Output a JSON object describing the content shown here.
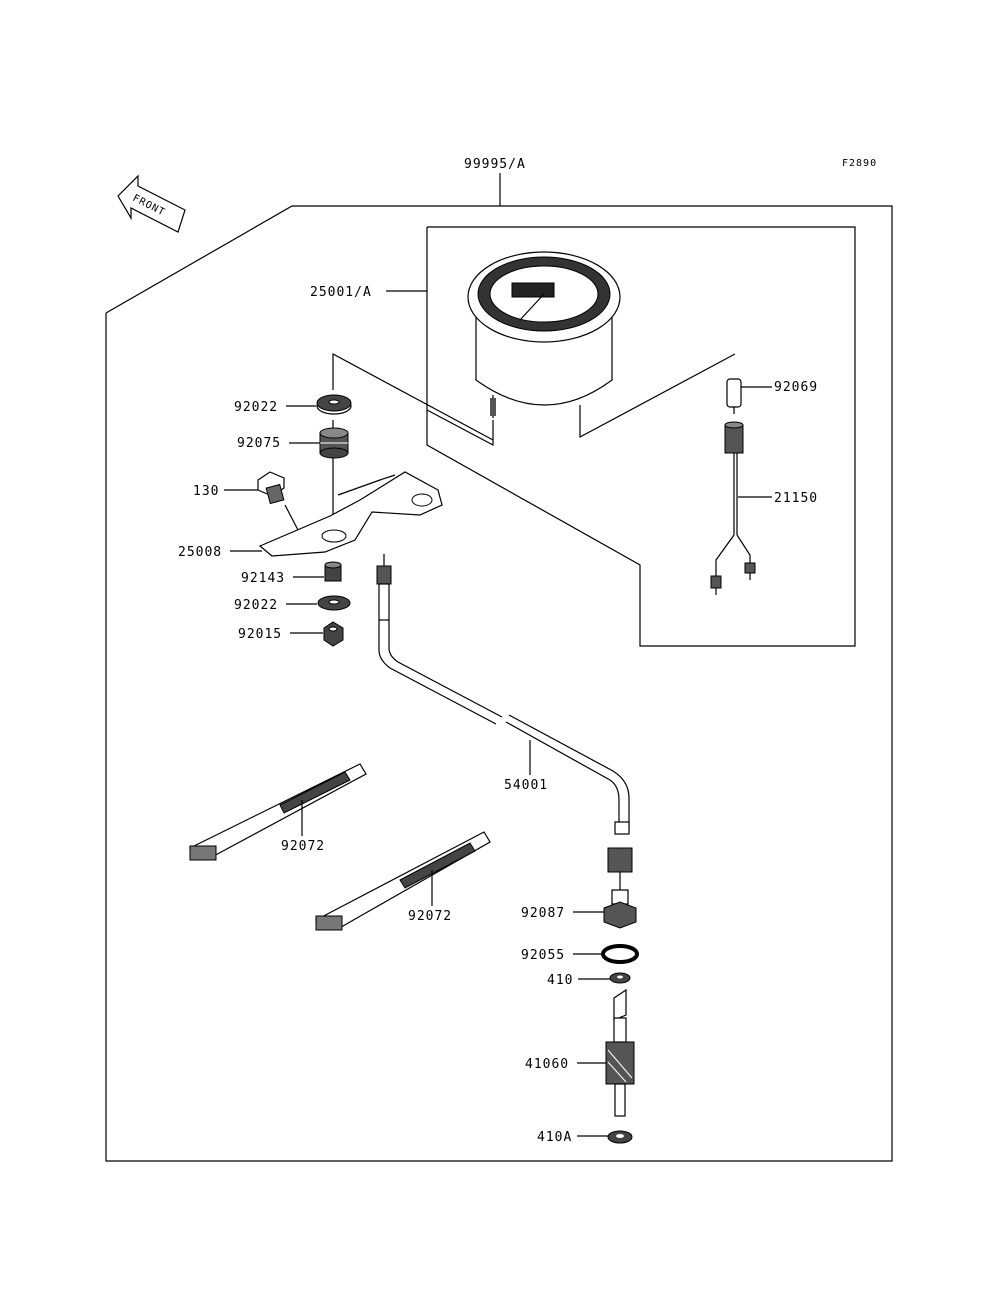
{
  "diagram": {
    "figure_code": "F2890",
    "front_label": "FRONT",
    "kit_label": "99995/A",
    "parts": {
      "meter": "25001/A",
      "washer_top": "92022",
      "grommet": "92075",
      "bolt": "130",
      "bracket": "25008",
      "collar": "92143",
      "washer_bottom": "92022",
      "nut": "92015",
      "socket": "92069",
      "lead": "21150",
      "cable": "54001",
      "band_1": "92072",
      "band_2": "92072",
      "bushing": "92087",
      "oring": "92055",
      "washer_gear": "410",
      "gear": "41060",
      "washer_gear_2": "410A"
    }
  }
}
